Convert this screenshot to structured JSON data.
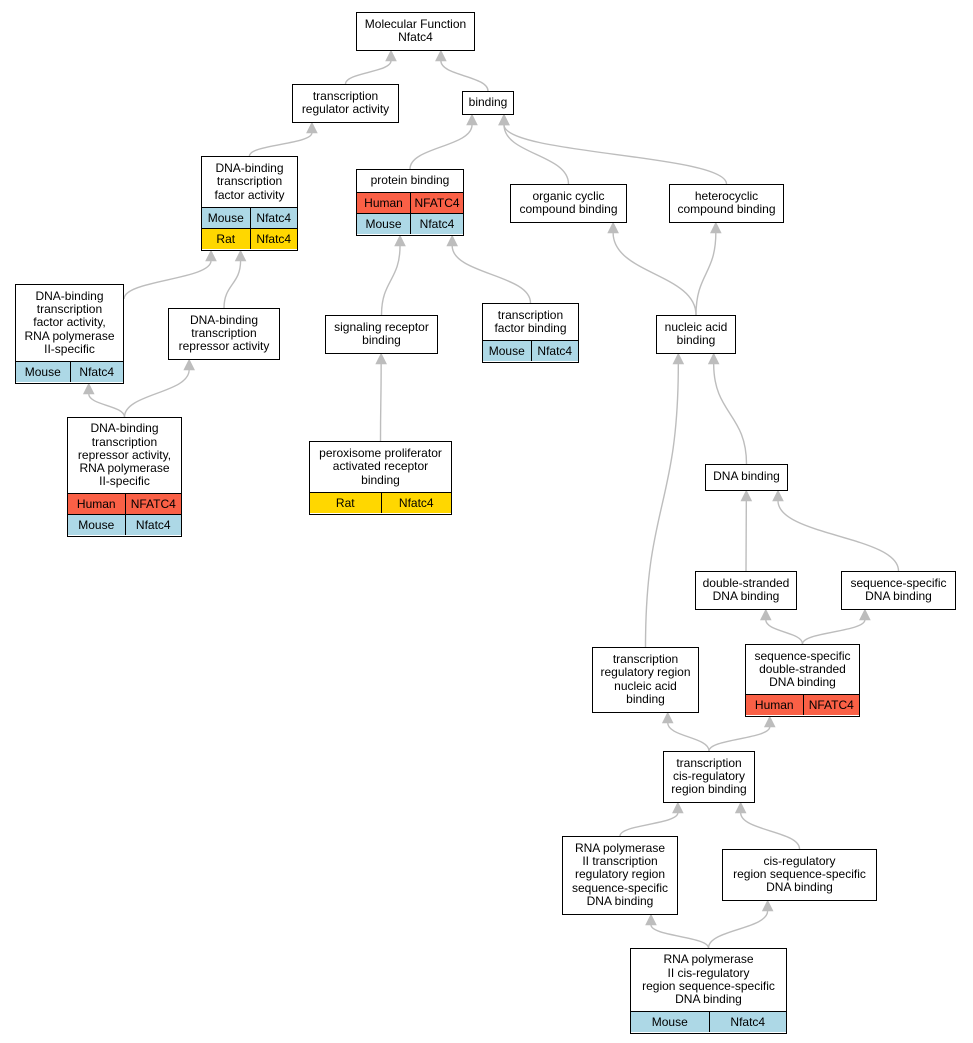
{
  "colors": {
    "Human": "#fa6046",
    "Mouse": "#add8e6",
    "Rat": "#ffd700",
    "edge": "#bdbdbd"
  },
  "nodes": [
    {
      "id": "mf",
      "label": "Molecular Function\nNfatc4",
      "rows": []
    },
    {
      "id": "tra",
      "label": "transcription\nregulator activity",
      "rows": []
    },
    {
      "id": "binding",
      "label": "binding",
      "rows": []
    },
    {
      "id": "dbtfa",
      "label": "DNA-binding\ntranscription\nfactor activity",
      "rows": [
        {
          "species": "Mouse",
          "gene": "Nfatc4"
        },
        {
          "species": "Rat",
          "gene": "Nfatc4"
        }
      ]
    },
    {
      "id": "pb",
      "label": "protein binding",
      "rows": [
        {
          "species": "Human",
          "gene": "NFATC4"
        },
        {
          "species": "Mouse",
          "gene": "Nfatc4"
        }
      ]
    },
    {
      "id": "occb",
      "label": "organic cyclic\ncompound binding",
      "rows": []
    },
    {
      "id": "hcb",
      "label": "heterocyclic\ncompound binding",
      "rows": []
    },
    {
      "id": "dbtfa2",
      "label": "DNA-binding\ntranscription\nfactor activity,\nRNA polymerase\nII-specific",
      "rows": [
        {
          "species": "Mouse",
          "gene": "Nfatc4"
        }
      ]
    },
    {
      "id": "dbtra",
      "label": "DNA-binding\ntranscription\nrepressor activity",
      "rows": []
    },
    {
      "id": "srb",
      "label": "signaling receptor\nbinding",
      "rows": []
    },
    {
      "id": "tfb",
      "label": "transcription\nfactor binding",
      "rows": [
        {
          "species": "Mouse",
          "gene": "Nfatc4"
        }
      ]
    },
    {
      "id": "nab",
      "label": "nucleic acid\nbinding",
      "rows": []
    },
    {
      "id": "dbtra2",
      "label": "DNA-binding\ntranscription\nrepressor activity,\nRNA polymerase\nII-specific",
      "rows": [
        {
          "species": "Human",
          "gene": "NFATC4"
        },
        {
          "species": "Mouse",
          "gene": "Nfatc4"
        }
      ]
    },
    {
      "id": "pparb",
      "label": "peroxisome proliferator\nactivated receptor\nbinding",
      "rows": [
        {
          "species": "Rat",
          "gene": "Nfatc4"
        }
      ]
    },
    {
      "id": "dnab",
      "label": "DNA binding",
      "rows": []
    },
    {
      "id": "dsdb",
      "label": "double-stranded\nDNA binding",
      "rows": []
    },
    {
      "id": "ssdb",
      "label": "sequence-specific\nDNA binding",
      "rows": []
    },
    {
      "id": "ssdsdb",
      "label": "sequence-specific\ndouble-stranded\nDNA binding",
      "rows": [
        {
          "species": "Human",
          "gene": "NFATC4"
        }
      ]
    },
    {
      "id": "trrnab",
      "label": "transcription\nregulatory region\nnucleic acid\nbinding",
      "rows": []
    },
    {
      "id": "tcrrb",
      "label": "transcription\ncis-regulatory\nregion binding",
      "rows": []
    },
    {
      "id": "rnap2",
      "label": "RNA polymerase\nII transcription\nregulatory region\nsequence-specific\nDNA binding",
      "rows": []
    },
    {
      "id": "crrssdb",
      "label": "cis-regulatory\nregion sequence-specific\nDNA binding",
      "rows": []
    },
    {
      "id": "rnap2cr",
      "label": "RNA polymerase\nII cis-regulatory\nregion sequence-specific\nDNA binding",
      "rows": [
        {
          "species": "Mouse",
          "gene": "Nfatc4"
        }
      ]
    }
  ],
  "edges": [
    [
      "tra",
      "mf"
    ],
    [
      "binding",
      "mf"
    ],
    [
      "dbtfa",
      "tra"
    ],
    [
      "pb",
      "binding"
    ],
    [
      "occb",
      "binding"
    ],
    [
      "hcb",
      "binding"
    ],
    [
      "dbtfa2",
      "dbtfa"
    ],
    [
      "dbtra",
      "dbtfa"
    ],
    [
      "srb",
      "pb"
    ],
    [
      "tfb",
      "pb"
    ],
    [
      "nab",
      "occb"
    ],
    [
      "nab",
      "hcb"
    ],
    [
      "dbtra2",
      "dbtfa2"
    ],
    [
      "dbtra2",
      "dbtra"
    ],
    [
      "pparb",
      "srb"
    ],
    [
      "dnab",
      "nab"
    ],
    [
      "trrnab",
      "nab"
    ],
    [
      "dsdb",
      "dnab"
    ],
    [
      "ssdb",
      "dnab"
    ],
    [
      "ssdsdb",
      "dsdb"
    ],
    [
      "ssdsdb",
      "ssdb"
    ],
    [
      "tcrrb",
      "trrnab"
    ],
    [
      "tcrrb",
      "ssdsdb"
    ],
    [
      "rnap2",
      "tcrrb"
    ],
    [
      "crrssdb",
      "tcrrb"
    ],
    [
      "rnap2cr",
      "rnap2"
    ],
    [
      "rnap2cr",
      "crrssdb"
    ]
  ]
}
